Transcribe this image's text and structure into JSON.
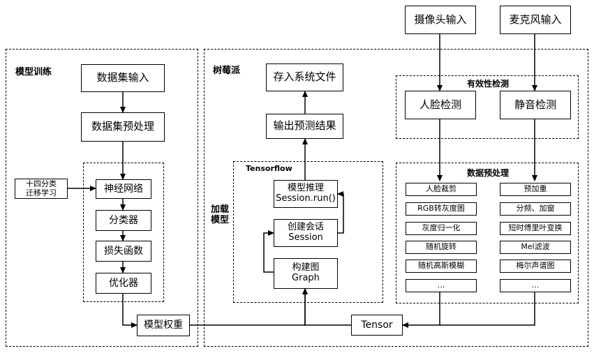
{
  "regions": {
    "training": "模型训练",
    "raspberry": "树莓派",
    "tensorflow": "Tensorflow",
    "load_model": "加载模型",
    "validity": "有效性检测",
    "preprocess": "数据预处理"
  },
  "inputs": {
    "camera": "摄像头输入",
    "mic": "麦克风输入"
  },
  "training": {
    "dataset_input": "数据集输入",
    "dataset_preprocess": "数据集预处理",
    "transfer_note": [
      "十四分类",
      "迁移学习"
    ],
    "neural_net": "神经网络",
    "classifier": "分类器",
    "loss": "损失函数",
    "optimizer": "优化器",
    "weights": "模型权重"
  },
  "pi": {
    "save_file": "存入系统文件",
    "output_result": "输出预测结果",
    "inference": [
      "模型推理",
      "Session.run()"
    ],
    "create_session": [
      "创建会话",
      "Session"
    ],
    "build_graph": [
      "构建图",
      "Graph"
    ],
    "tensor": "Tensor"
  },
  "detection": {
    "face": "人脸检测",
    "silence": "静音检测"
  },
  "face_steps": [
    "人脸裁剪",
    "RGB转灰度图",
    "灰度归一化",
    "随机旋转",
    "随机高斯模糊",
    "..."
  ],
  "audio_steps": [
    "预加重",
    "分频、加窗",
    "短时傅里叶变换",
    "Mel滤波",
    "梅尔声谱图",
    "..."
  ]
}
